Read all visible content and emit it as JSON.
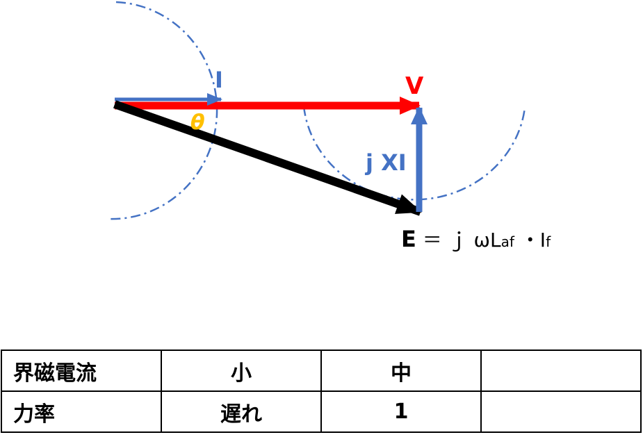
{
  "labels": {
    "current": "I",
    "voltage": "V",
    "angle": "θ",
    "reactance_drop": "j XI",
    "emf_E": "E",
    "emf_rest": " ＝ ｊ ωL",
    "emf_sub1": "af",
    "emf_dot": " ・I",
    "emf_sub2": "f"
  },
  "colors": {
    "red": "#ff0000",
    "blue": "#4472c4",
    "black": "#000000",
    "angle": "#ffc000"
  },
  "table": {
    "rows": [
      [
        "界磁電流",
        "小",
        "中",
        ""
      ],
      [
        "力率",
        "遅れ",
        "1",
        ""
      ]
    ]
  }
}
